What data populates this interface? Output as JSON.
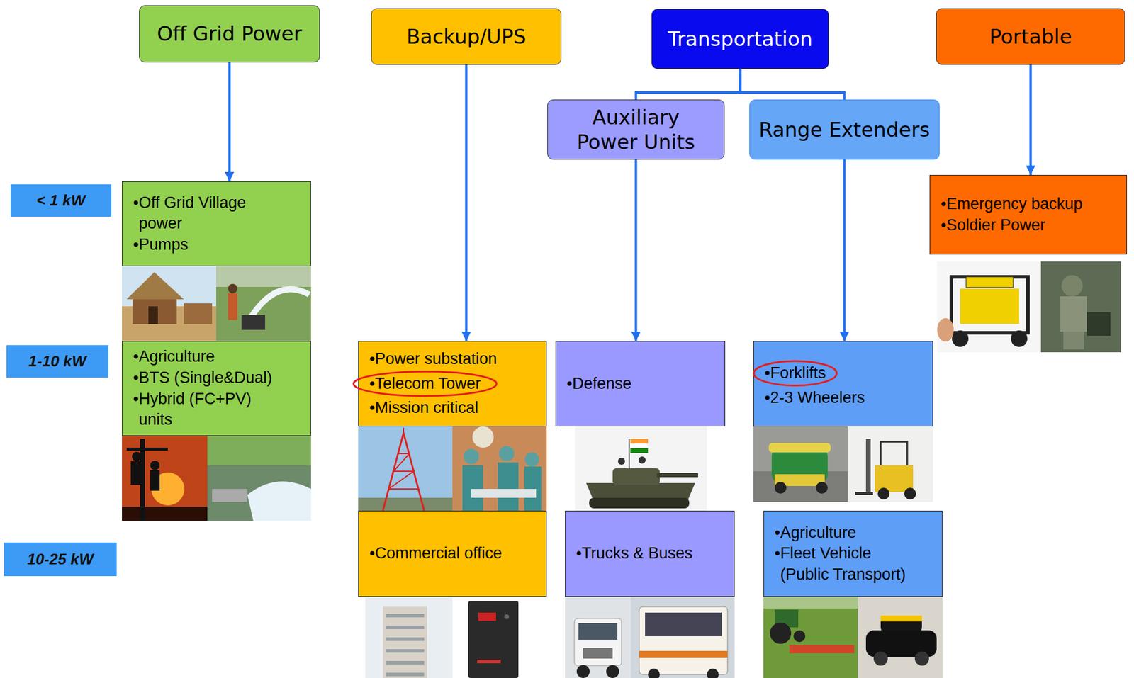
{
  "diagram": {
    "nodes": [
      {
        "text": [
          "Off Grid Power"
        ]
      },
      {
        "text": [
          "Backup/UPS"
        ]
      },
      {
        "text": [
          "Transportation"
        ]
      },
      {
        "text": [
          "Portable"
        ]
      },
      {
        "text": [
          "Auxiliary Power Units"
        ]
      },
      {
        "text": [
          "Range Extenders"
        ]
      },
      {
        "text": [
          "< 1 kW"
        ]
      },
      {
        "text": [
          "•Off Grid Village power",
          "•Pumps"
        ]
      },
      {
        "text": [
          "•Emergency backup",
          "•Soldier Power"
        ]
      },
      {
        "text": [
          "1-10 kW"
        ]
      },
      {
        "text": [
          "•Agriculture",
          "•BTS (Single&Dual)",
          "•Hybrid (FC+PV) units"
        ]
      },
      {
        "text": [
          "•Power substation",
          "•Telecom Tower",
          "•Mission critical"
        ]
      },
      {
        "text": [
          "•Defense"
        ]
      },
      {
        "text": [
          "•Forklifts",
          "•2-3 Wheelers"
        ]
      },
      {
        "text": [
          "10-25 kW"
        ]
      },
      {
        "text": [
          "•Commercial office"
        ]
      },
      {
        "text": [
          "•Trucks & Buses"
        ]
      },
      {
        "text": [
          "•Agriculture",
          "•Fleet Vehicle (Public Transport)"
        ]
      }
    ],
    "edges": [
      {
        "from": 0,
        "to": 7,
        "arrow": "to"
      },
      {
        "from": 1,
        "to": 11,
        "arrow": "to"
      },
      {
        "from": 2,
        "to": 4,
        "arrow": "none"
      },
      {
        "from": 2,
        "to": 5,
        "arrow": "none"
      },
      {
        "from": 3,
        "to": 8,
        "arrow": "to"
      },
      {
        "from": 4,
        "to": 12,
        "arrow": "to"
      },
      {
        "from": 5,
        "to": 13,
        "arrow": "to"
      }
    ]
  }
}
